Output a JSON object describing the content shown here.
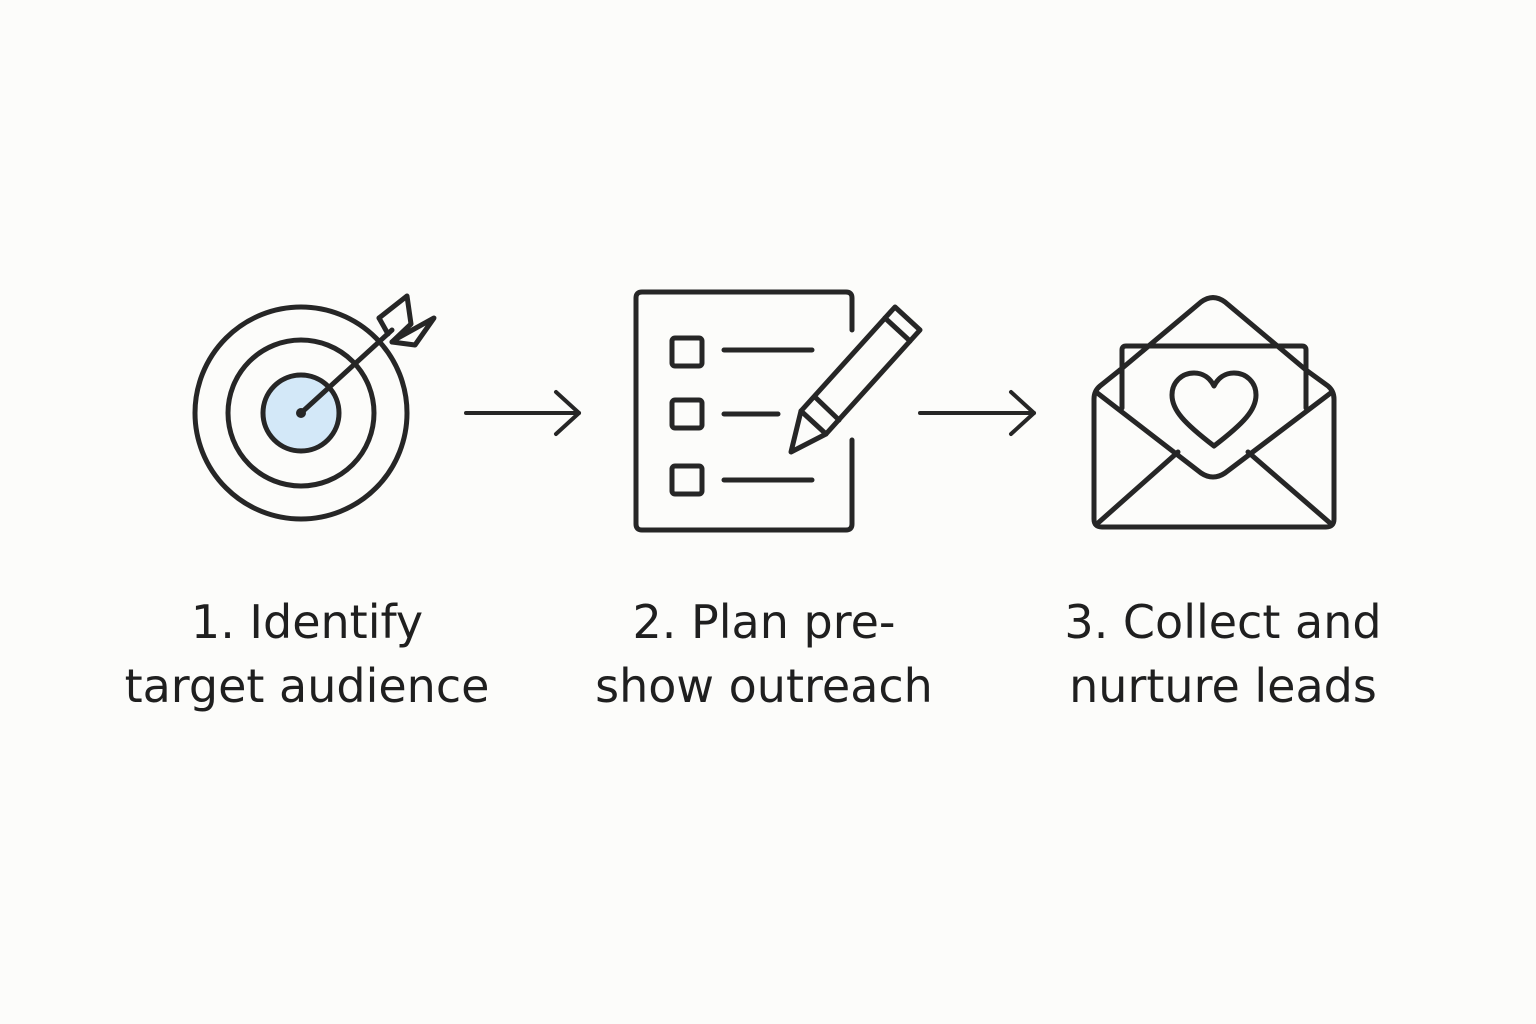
{
  "colors": {
    "background": "#fcfcfa",
    "stroke": "#262626",
    "accent": "#d3e8f8",
    "text": "#1f1f1f"
  },
  "steps": [
    {
      "icon": "target-with-arrow-icon",
      "label_line1": "1. Identify",
      "label_line2": "target audience"
    },
    {
      "icon": "checklist-with-pencil-icon",
      "label_line1": "2. Plan pre-",
      "label_line2": "show outreach"
    },
    {
      "icon": "envelope-with-heart-letter-icon",
      "label_line1": "3. Collect and",
      "label_line2": "nurture leads"
    }
  ],
  "connectors": [
    "arrow-right-icon",
    "arrow-right-icon"
  ]
}
